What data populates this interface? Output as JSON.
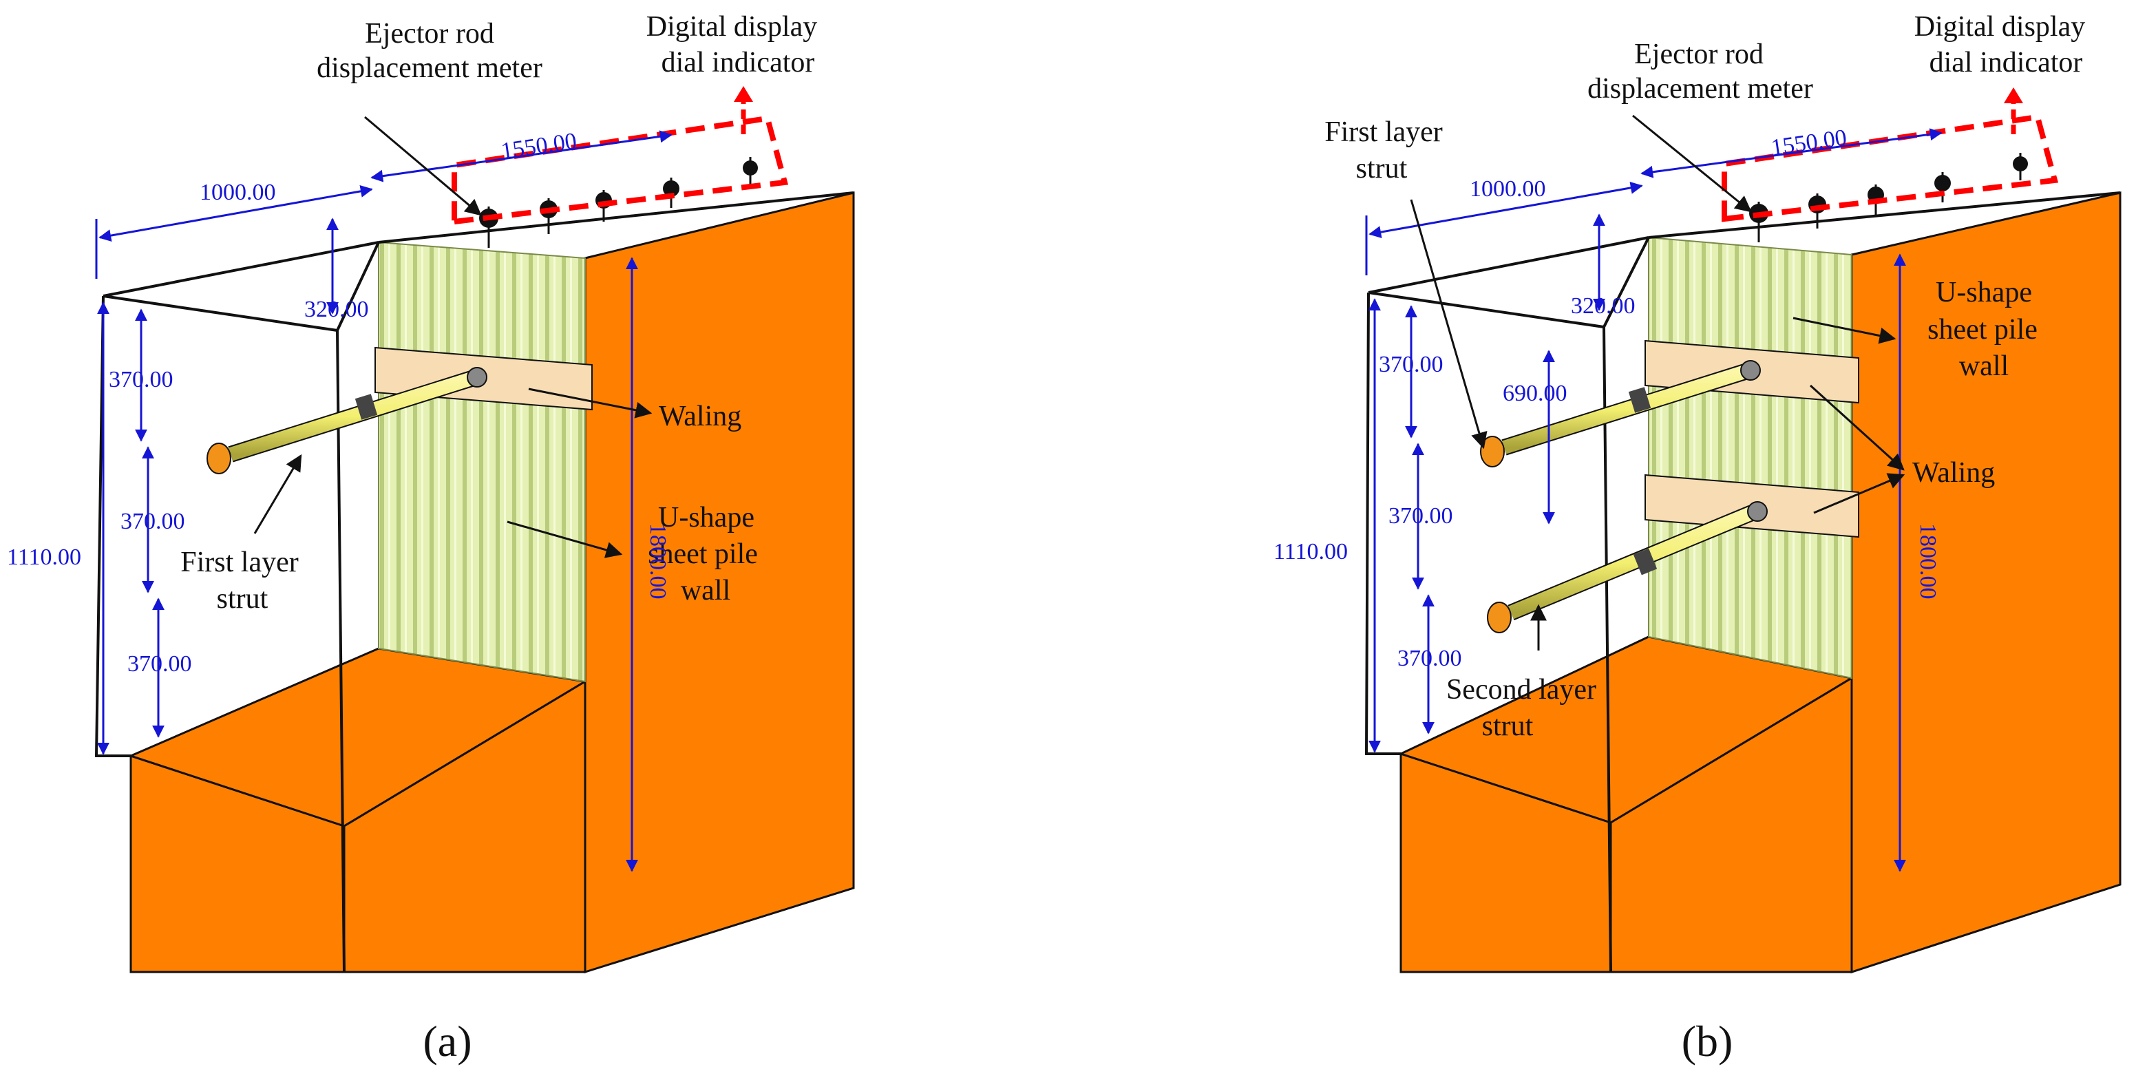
{
  "figure": {
    "panels": [
      {
        "caption": "(a)",
        "labels": {
          "ejector_line1": "Ejector rod",
          "ejector_line2": "displacement meter",
          "digital_line1": "Digital display",
          "digital_line2": "dial indicator",
          "waling": "Waling",
          "wall_line1": "U-shape",
          "wall_line2": "sheet pile",
          "wall_line3": "wall",
          "strut_line1": "First layer",
          "strut_line2": "strut"
        },
        "dims": {
          "top_width": "1000.00",
          "wall_span": "1550.00",
          "depth_320": "320.00",
          "height_total": "1110.00",
          "seg1": "370.00",
          "seg2": "370.00",
          "seg3": "370.00",
          "wall_height": "1800.00"
        }
      },
      {
        "caption": "(b)",
        "labels": {
          "ejector_line1": "Ejector rod",
          "ejector_line2": "displacement meter",
          "digital_line1": "Digital display",
          "digital_line2": "dial indicator",
          "first_strut_line1": "First layer",
          "first_strut_line2": "strut",
          "wall_line1": "U-shape",
          "wall_line2": "sheet pile",
          "wall_line3": "wall",
          "waling": "Waling",
          "second_strut_line1": "Second layer",
          "second_strut_line2": "strut"
        },
        "dims": {
          "top_width": "1000.00",
          "wall_span": "1550.00",
          "depth_320": "320.00",
          "depth_690": "690.00",
          "height_total": "1110.00",
          "seg1": "370.00",
          "seg2": "370.00",
          "seg3": "370.00",
          "wall_height": "1800.00"
        }
      }
    ],
    "colors": {
      "soil": "#ff8000",
      "dimension": "#1515d6",
      "highlight_box": "#ff0000",
      "sheet_pile": "#e4f0b4",
      "waling": "#f7dcb4",
      "strut": "#f3ef70"
    }
  }
}
